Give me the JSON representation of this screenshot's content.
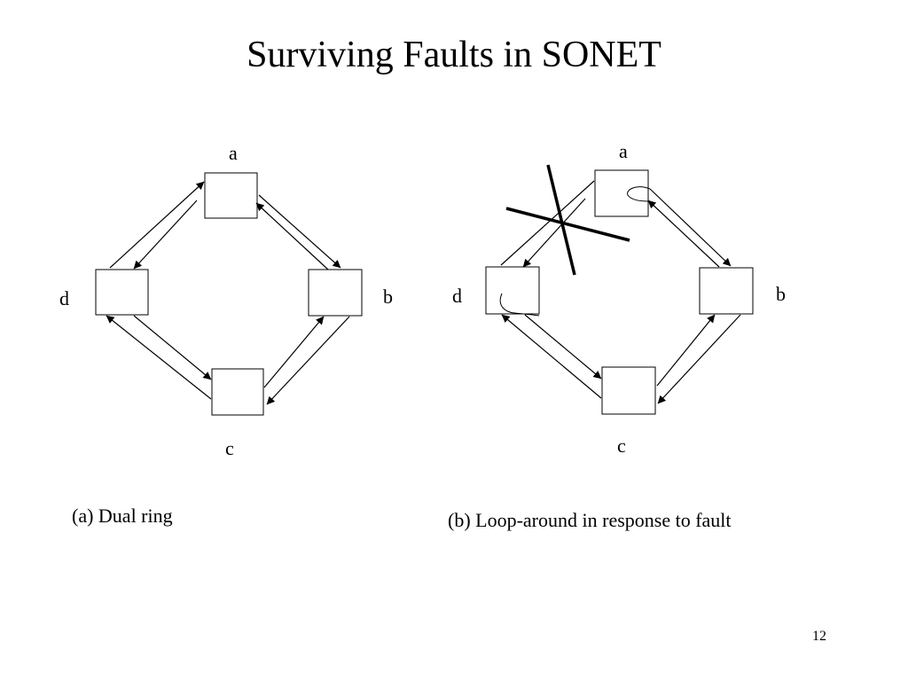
{
  "slide": {
    "title": "Surviving Faults in SONET",
    "page_number": "12"
  },
  "diagram_a": {
    "caption": "(a) Dual ring",
    "nodes": {
      "a": "a",
      "b": "b",
      "c": "c",
      "d": "d"
    }
  },
  "diagram_b": {
    "caption": "(b) Loop-around in response to fault",
    "nodes": {
      "a": "a",
      "b": "b",
      "c": "c",
      "d": "d"
    }
  }
}
